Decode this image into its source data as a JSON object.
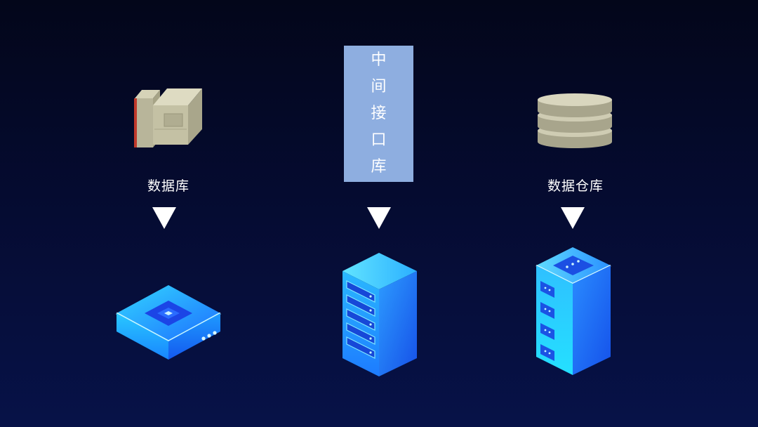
{
  "columns": [
    {
      "label": "数据库"
    },
    {
      "label_chars": [
        "中",
        "间",
        "接",
        "口",
        "库"
      ]
    },
    {
      "label": "数据仓库"
    }
  ]
}
